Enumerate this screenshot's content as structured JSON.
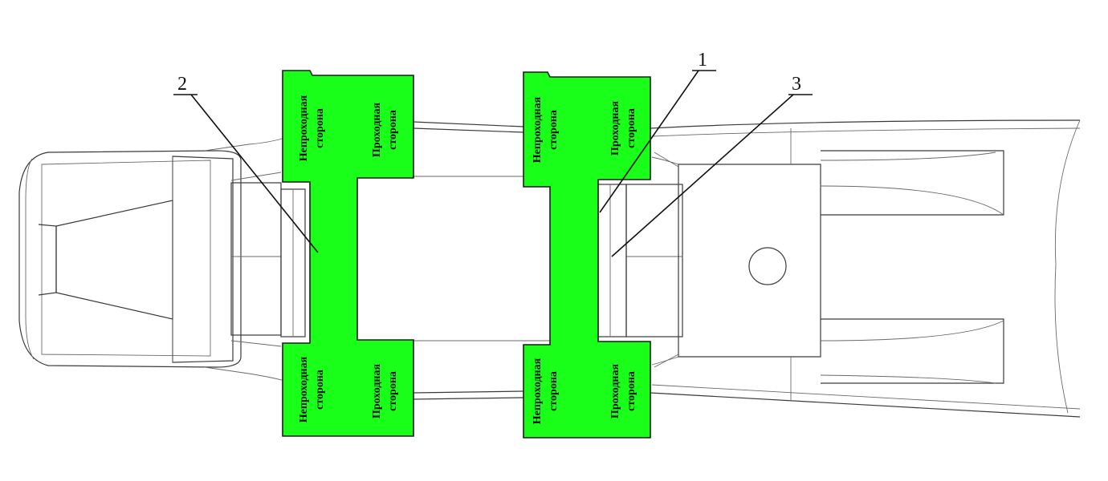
{
  "callouts": {
    "one": "1",
    "two": "2",
    "three": "3"
  },
  "gauges": {
    "left_top": {
      "no_go": [
        "Непроходная",
        "сторона"
      ],
      "go": [
        "Проходная",
        "сторона"
      ]
    },
    "left_bottom": {
      "no_go": [
        "Непроходная",
        "сторона"
      ],
      "go": [
        "Проходная",
        "сторона"
      ]
    },
    "right_top": {
      "no_go": [
        "Непроходная",
        "сторона"
      ],
      "go": [
        "Проходная",
        "сторона"
      ]
    },
    "right_bottom": {
      "no_go": [
        "Непроходная",
        "сторона"
      ],
      "go": [
        "Проходная",
        "сторона"
      ]
    }
  },
  "colors": {
    "gauge_fill": "#19ff19",
    "line": "#3a3a3a"
  }
}
